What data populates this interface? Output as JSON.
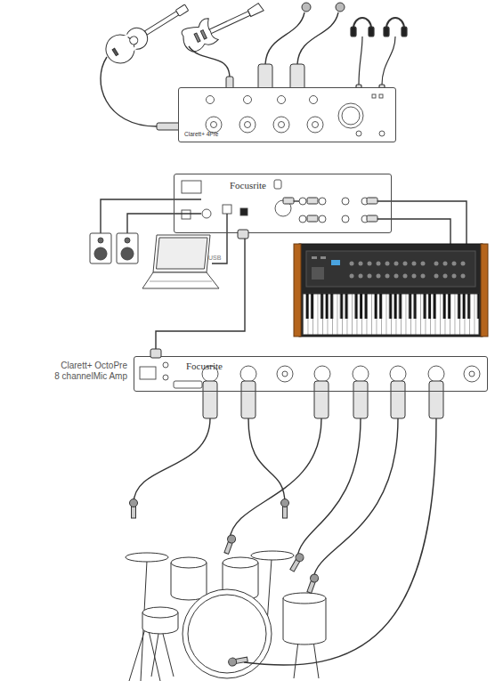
{
  "diagram": {
    "nodes": [
      {
        "text": [
          "Clarett+ 4Pre"
        ]
      },
      {
        "text": [
          "Focusrite"
        ]
      },
      {
        "text": [
          "Clarett+ OctoPre 8 channelMic Amp",
          "Focusrite"
        ]
      }
    ],
    "edges": [
      {
        "from": 1,
        "to": 2,
        "arrow": "none"
      }
    ],
    "labels": [
      "USB"
    ]
  }
}
